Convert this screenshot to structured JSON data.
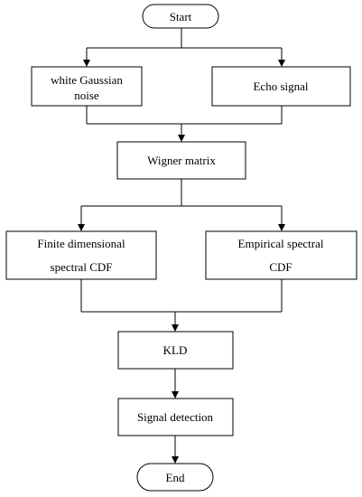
{
  "flowchart": {
    "nodes": {
      "start": {
        "label": "Start"
      },
      "noise": {
        "line1": "white Gaussian",
        "line2": "noise"
      },
      "echo": {
        "label": "Echo signal"
      },
      "wigner": {
        "label": "Wigner matrix"
      },
      "finite": {
        "line1": "Finite dimensional",
        "line2": "spectral CDF"
      },
      "empirical": {
        "line1": "Empirical spectral",
        "line2": "CDF"
      },
      "kld": {
        "label": "KLD"
      },
      "detection": {
        "label": "Signal detection"
      },
      "end": {
        "label": "End"
      }
    }
  }
}
